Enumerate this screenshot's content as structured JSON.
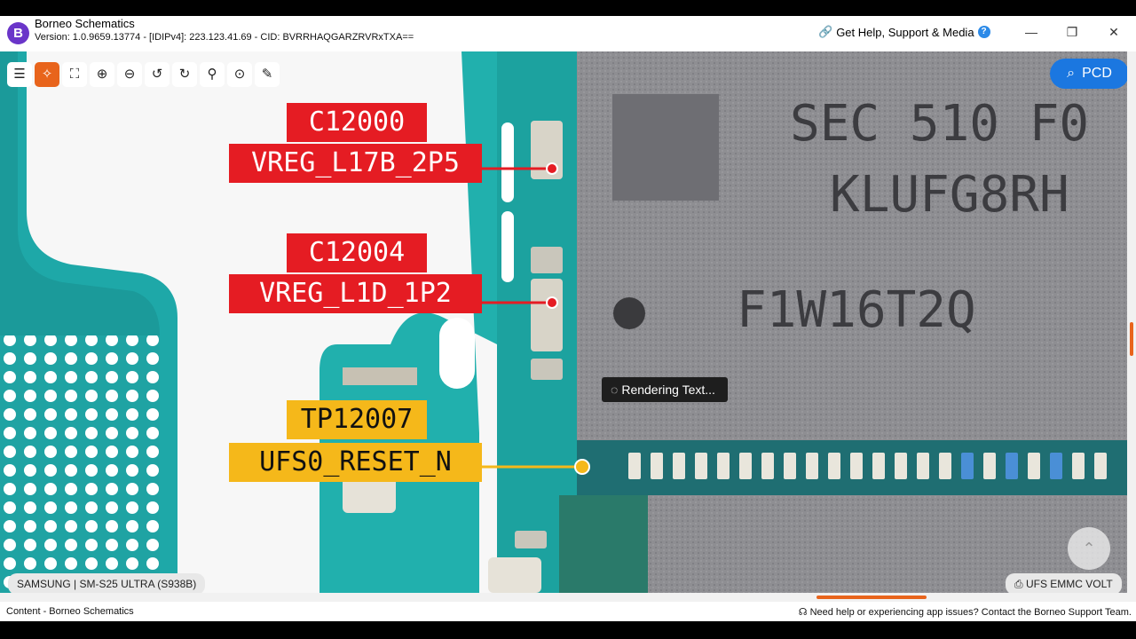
{
  "app": {
    "title": "Borneo Schematics",
    "version": "Version: 1.0.9659.13774 - [IDIPv4]: 223.123.41.69 - CID: BVRRHAQGARZRVRxTXA==",
    "logo_glyph": "B",
    "help_label": "Get Help, Support & Media",
    "help_glyph": "?"
  },
  "window_controls": {
    "minimize": "—",
    "restore": "❐",
    "close": "✕"
  },
  "toolbar": {
    "tools": [
      {
        "name": "list-icon",
        "glyph": "☰"
      },
      {
        "name": "collapse-icon",
        "glyph": "✧"
      },
      {
        "name": "fullscreen-icon",
        "glyph": "⛶"
      },
      {
        "name": "zoom-in-icon",
        "glyph": "⊕"
      },
      {
        "name": "zoom-out-icon",
        "glyph": "⊖"
      },
      {
        "name": "rotate-left-icon",
        "glyph": "↺"
      },
      {
        "name": "rotate-right-icon",
        "glyph": "↻"
      },
      {
        "name": "search-icon",
        "glyph": "⚲"
      },
      {
        "name": "mouse-icon",
        "glyph": "⊙"
      },
      {
        "name": "draw-icon",
        "glyph": "✎"
      }
    ]
  },
  "pcd_button": {
    "label": "PCD",
    "icon": "⌕"
  },
  "labels": [
    {
      "ref": "C12000",
      "net": "VREG_L17B_2P5",
      "color": "#e51c23"
    },
    {
      "ref": "C12004",
      "net": "VREG_L1D_1P2",
      "color": "#e51c23"
    },
    {
      "ref": "TP12007",
      "net": "UFS0_RESET_N",
      "color": "#f5b81a"
    }
  ],
  "chip_marking": {
    "line1": "SEC 510 F0",
    "line2": "KLUFG8RH",
    "line3": "F1W16T2Q"
  },
  "tooltip": {
    "text": "Rendering Text...",
    "spinner": "◌"
  },
  "device_label": "SAMSUNG | SM-S25 ULTRA (S938B)",
  "document_label": "UFS EMMC VOLT",
  "document_icon": "⎙",
  "scroll_up_icon": "⌃",
  "status": {
    "left": "Content - Borneo Schematics",
    "right": "☊ Need help or experiencing app issues? Contact the Borneo Support Team."
  }
}
